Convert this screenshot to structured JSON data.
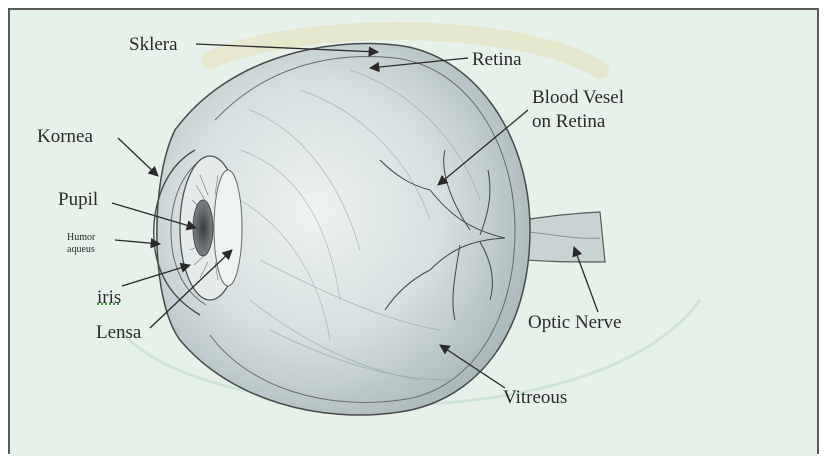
{
  "diagram": {
    "labels": {
      "sklera": "Sklera",
      "retina": "Retina",
      "blood_vessel_line1": "Blood Vesel",
      "blood_vessel_line2": "on Retina",
      "kornea": "Kornea",
      "pupil": "Pupil",
      "humor_line1": "Humor",
      "humor_line2": "aqueus",
      "iris": "iris",
      "lensa": "Lensa",
      "optic_nerve": "Optic Nerve",
      "vitreous": "Vitreous"
    },
    "colors": {
      "background": "#e6f1ea",
      "eye_fill": "#d9e3e3",
      "eye_shade": "#b9c6c8",
      "outline": "#4a4a4a",
      "watermark": "#e8d89a",
      "text": "#2a2a2a"
    }
  }
}
